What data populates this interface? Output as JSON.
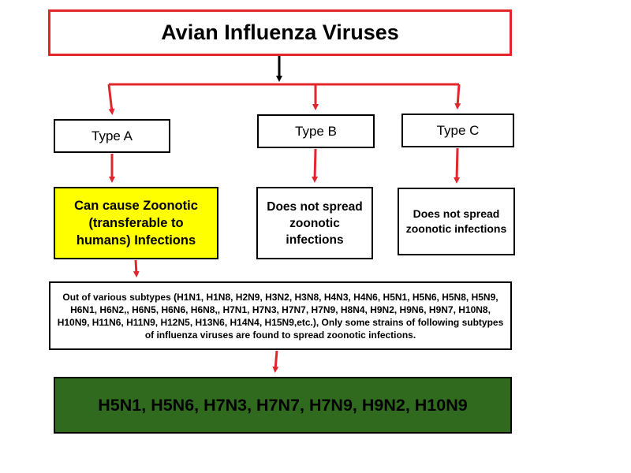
{
  "title": "Avian Influenza Viruses",
  "types": {
    "a": {
      "label": "Type A",
      "description": "Can cause Zoonotic (transferable to humans)  Infections"
    },
    "b": {
      "label": "Type B",
      "description": "Does not spread zoonotic infections"
    },
    "c": {
      "label": "Type C",
      "description": "Does not spread zoonotic infections"
    }
  },
  "subtypes_text": "Out of various subtypes (H1N1, H1N8, H2N9,  H3N2, H3N8, H4N3, H4N6, H5N1, H5N6, H5N8, H5N9, H6N1, H6N2,, H6N5, H6N6, H6N8,, H7N1, H7N3, H7N7, H7N9, H8N4, H9N2, H9N6, H9N7, H10N8, H10N9, H11N6, H11N9, H12N5, H13N6, H14N4, H15N9,etc.),  Only some strains of following subtypes of influenza viruses are found to spread zoonotic infections.",
  "result": "H5N1, H5N6, H7N3, H7N7, H7N9, H9N2, H10N9",
  "colors": {
    "title_border": "#e3262b",
    "arrow_red": "#e3262b",
    "arrow_black": "#000000",
    "type_a_fill": "#ffff00",
    "result_fill": "#2f6a1f"
  }
}
